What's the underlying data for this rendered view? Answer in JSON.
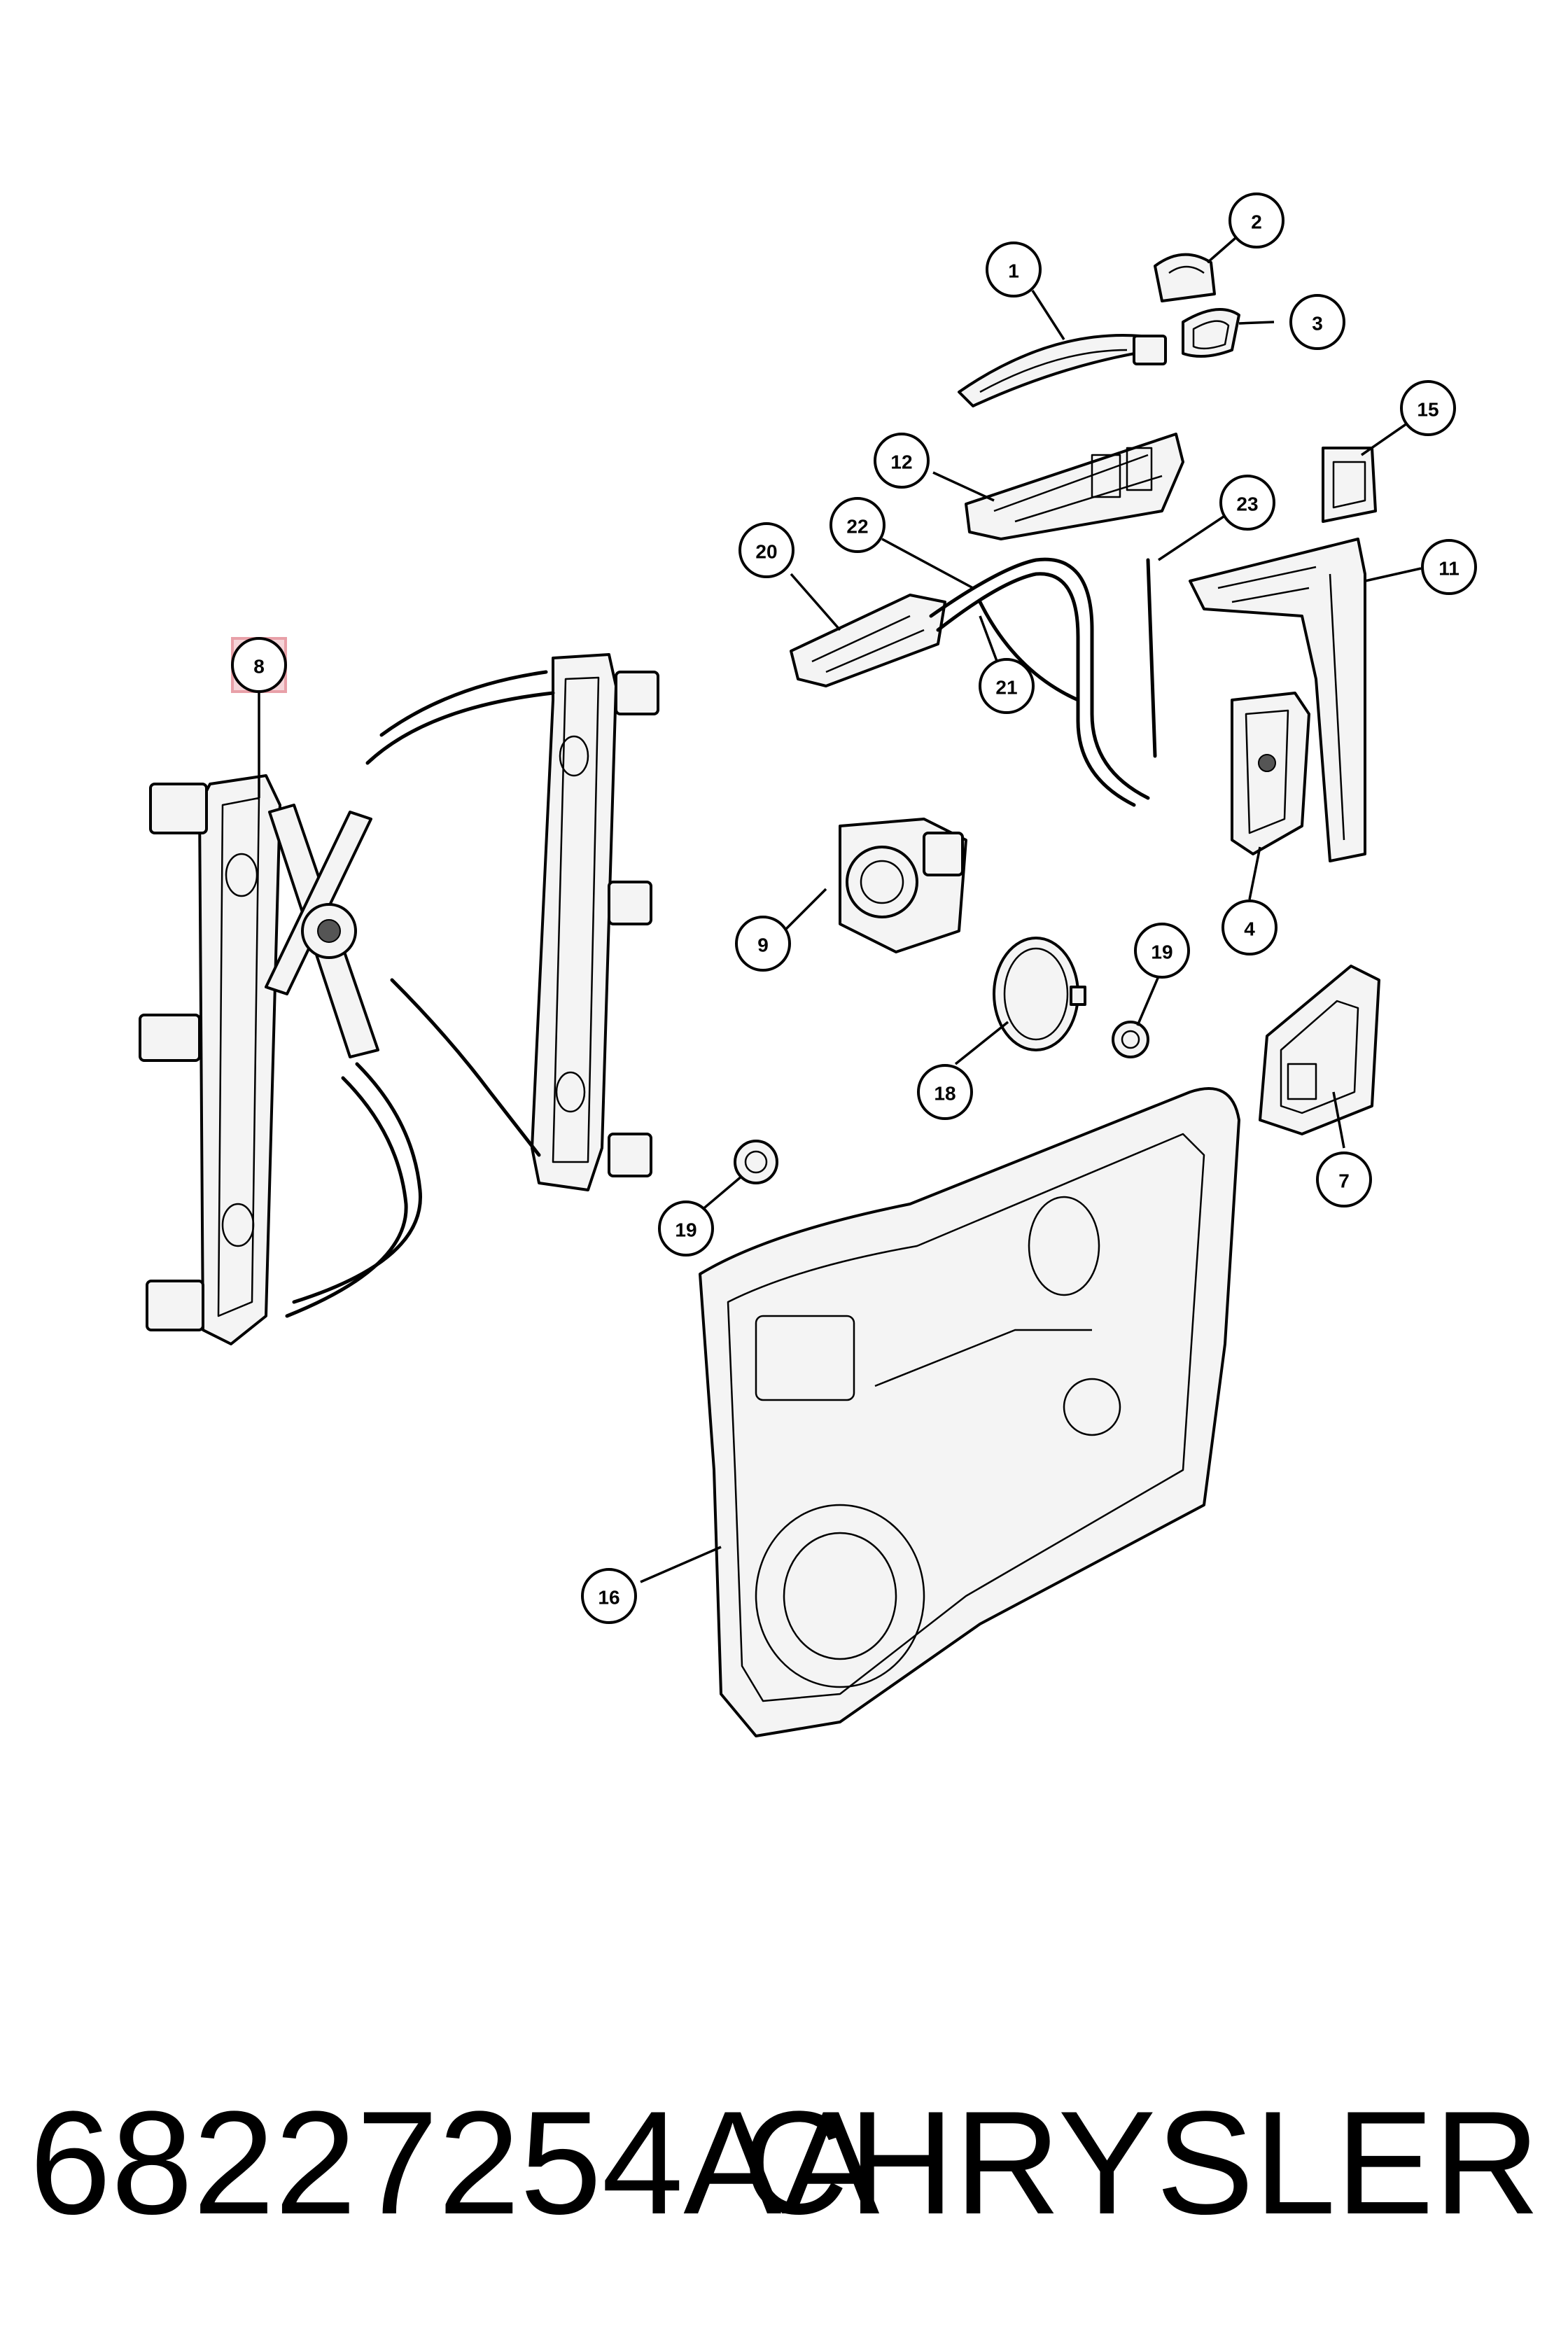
{
  "diagram": {
    "callouts": [
      {
        "id": "callout-1",
        "label": "1"
      },
      {
        "id": "callout-2",
        "label": "2"
      },
      {
        "id": "callout-3",
        "label": "3"
      },
      {
        "id": "callout-4",
        "label": "4"
      },
      {
        "id": "callout-7",
        "label": "7"
      },
      {
        "id": "callout-8",
        "label": "8",
        "highlighted": true
      },
      {
        "id": "callout-9",
        "label": "9"
      },
      {
        "id": "callout-11",
        "label": "11"
      },
      {
        "id": "callout-12",
        "label": "12"
      },
      {
        "id": "callout-15",
        "label": "15"
      },
      {
        "id": "callout-16",
        "label": "16"
      },
      {
        "id": "callout-18",
        "label": "18"
      },
      {
        "id": "callout-19a",
        "label": "19"
      },
      {
        "id": "callout-19b",
        "label": "19"
      },
      {
        "id": "callout-20",
        "label": "20"
      },
      {
        "id": "callout-21",
        "label": "21"
      },
      {
        "id": "callout-22",
        "label": "22"
      },
      {
        "id": "callout-23",
        "label": "23"
      }
    ],
    "highlight_color": "#e8a0a8"
  },
  "footer": {
    "part_number": "68227254AA",
    "brand": "CHRYSLER"
  }
}
